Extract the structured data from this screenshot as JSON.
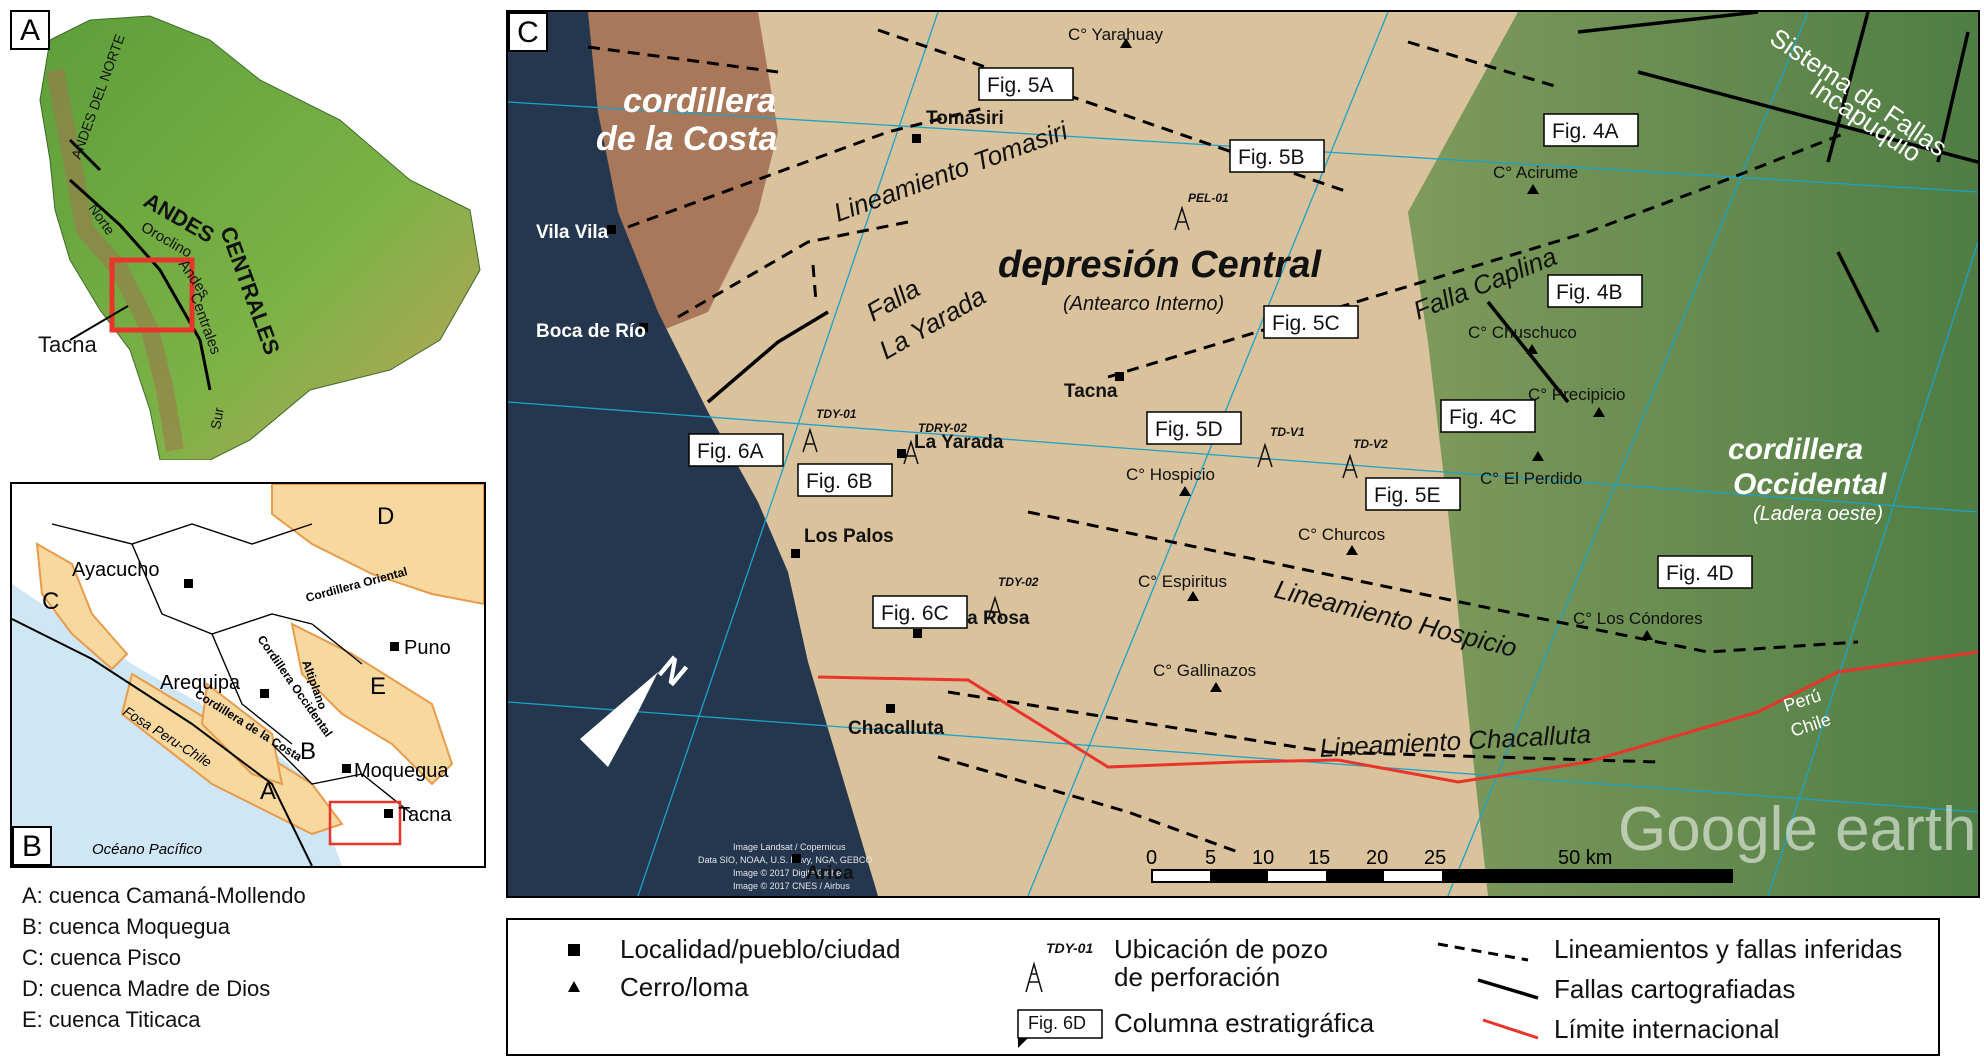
{
  "panelA": {
    "letter": "A",
    "labels": {
      "andes_del_norte": "ANDES DEL NORTE",
      "andes": "ANDES",
      "centrales": "CENTRALES",
      "oroclino": "Oroclino",
      "andes_small": "Andes",
      "centrales_small": "Centrales",
      "norte": "Norte",
      "sur": "Sur",
      "tacna": "Tacna"
    }
  },
  "panelB": {
    "letter": "B",
    "basin_letters": [
      "A",
      "B",
      "C",
      "D",
      "E"
    ],
    "cities": [
      "Ayacucho",
      "Arequipa",
      "Puno",
      "Moquegua",
      "Tacna"
    ],
    "features": {
      "cordillera_oriental": "Cordillera Oriental",
      "altiplano": "Altiplano",
      "cordillera_occidental": "Cordillera Occidental",
      "cordillera_costa": "Cordillera de la Costa",
      "fosa": "Fosa Peru-Chile",
      "oceano": "Océano Pacífico"
    },
    "legend": [
      "A: cuenca Camaná-Mollendo",
      "B: cuenca Moquegua",
      "C: cuenca Pisco",
      "D: cuenca Madre de Dios",
      "E: cuenca Titicaca"
    ]
  },
  "panelC": {
    "letter": "C",
    "regions": {
      "costa1": "cordillera",
      "costa2": "de la Costa",
      "central1": "depresión Central",
      "central2": "(Antearco Interno)",
      "occ1": "cordillera",
      "occ2": "Occidental",
      "occ3": "(Ladera oeste)"
    },
    "structures": {
      "tomasiri": "Lineamiento Tomasiri",
      "falla": "Falla",
      "yarada": "La Yarada",
      "caplina": "Falla Caplina",
      "hospicio": "Lineamiento Hospicio",
      "chacalluta": "Lineamiento Chacalluta",
      "sistema1": "Sistema de Fallas",
      "sistema2": "Incapuquio"
    },
    "towns": [
      "Tomasiri",
      "Vila Vila",
      "Boca de Río",
      "Tacna",
      "La Yarada",
      "Los Palos",
      "Santa Rosa",
      "Chacalluta",
      "Arica"
    ],
    "hills": [
      "C° Yarahuay",
      "C° Acirume",
      "C° Chuschuco",
      "C° Precipicio",
      "C° Hospicio",
      "C° El Perdido",
      "C° Churcos",
      "C° Espiritus",
      "C° Los Cóndores",
      "C° Gallinazos"
    ],
    "wells": [
      "PEL-01",
      "TDY-01",
      "TDRY-02",
      "TD-V1",
      "TD-V2",
      "TDY-02"
    ],
    "figs": [
      "Fig. 5A",
      "Fig. 5B",
      "Fig. 4A",
      "Fig. 5C",
      "Fig. 4B",
      "Fig. 4C",
      "Fig. 5D",
      "Fig. 5E",
      "Fig. 6A",
      "Fig. 6B",
      "Fig. 6C",
      "Fig. 4D"
    ],
    "border": {
      "peru": "Perú",
      "chile": "Chile"
    },
    "north": "N",
    "scale": {
      "ticks": [
        "0",
        "5",
        "10",
        "15",
        "20",
        "25"
      ],
      "end": "50 km"
    },
    "credits": [
      "Image Landsat / Copernicus",
      "Data SIO, NOAA, U.S. Navy, NGA, GEBCO",
      "Image © 2017 DigitalGlobe",
      "Image © 2017 CNES / Airbus"
    ],
    "watermark": "Google earth"
  },
  "legendC": {
    "locality": "Localidad/pueblo/ciudad",
    "hill": "Cerro/loma",
    "well_tag": "TDY-01",
    "well1": "Ubicación de pozo",
    "well2": "de perforación",
    "fig_tag": "Fig. 6D",
    "column": "Columna estratigráfica",
    "inferred": "Lineamientos y fallas inferidas",
    "mapped": "Fallas cartografiadas",
    "limit": "Límite internacional"
  },
  "colors": {
    "ocean": "#24374f",
    "desert": "#d9c29c",
    "costa": "#a9785a",
    "occidental": "#5f8a4e",
    "basin": "#f7d9a0",
    "border": "#e8342a",
    "grid": "#1aa3c9"
  }
}
